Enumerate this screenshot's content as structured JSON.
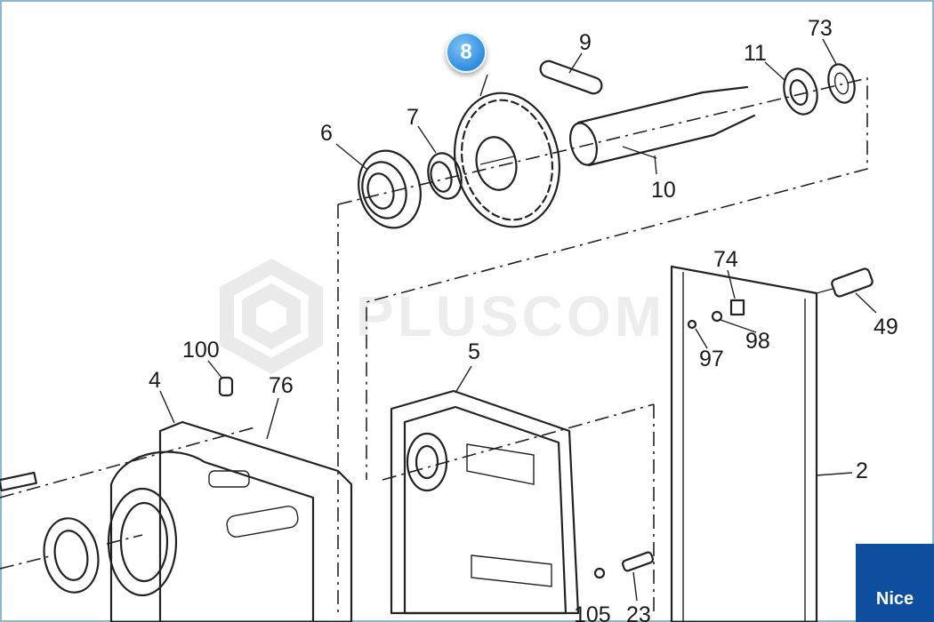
{
  "diagram": {
    "part_labels": {
      "p6": "6",
      "p7": "7",
      "p9": "9",
      "p10": "10",
      "p11": "11",
      "p73": "73",
      "p74": "74",
      "p49": "49",
      "p98": "98",
      "p97": "97",
      "p5": "5",
      "p100": "100",
      "p4": "4",
      "p76": "76",
      "p2": "2",
      "p105": "105",
      "p23": "23"
    },
    "highlight_badge": "8"
  },
  "watermark": "PLUSCOM",
  "brand": "Nice"
}
